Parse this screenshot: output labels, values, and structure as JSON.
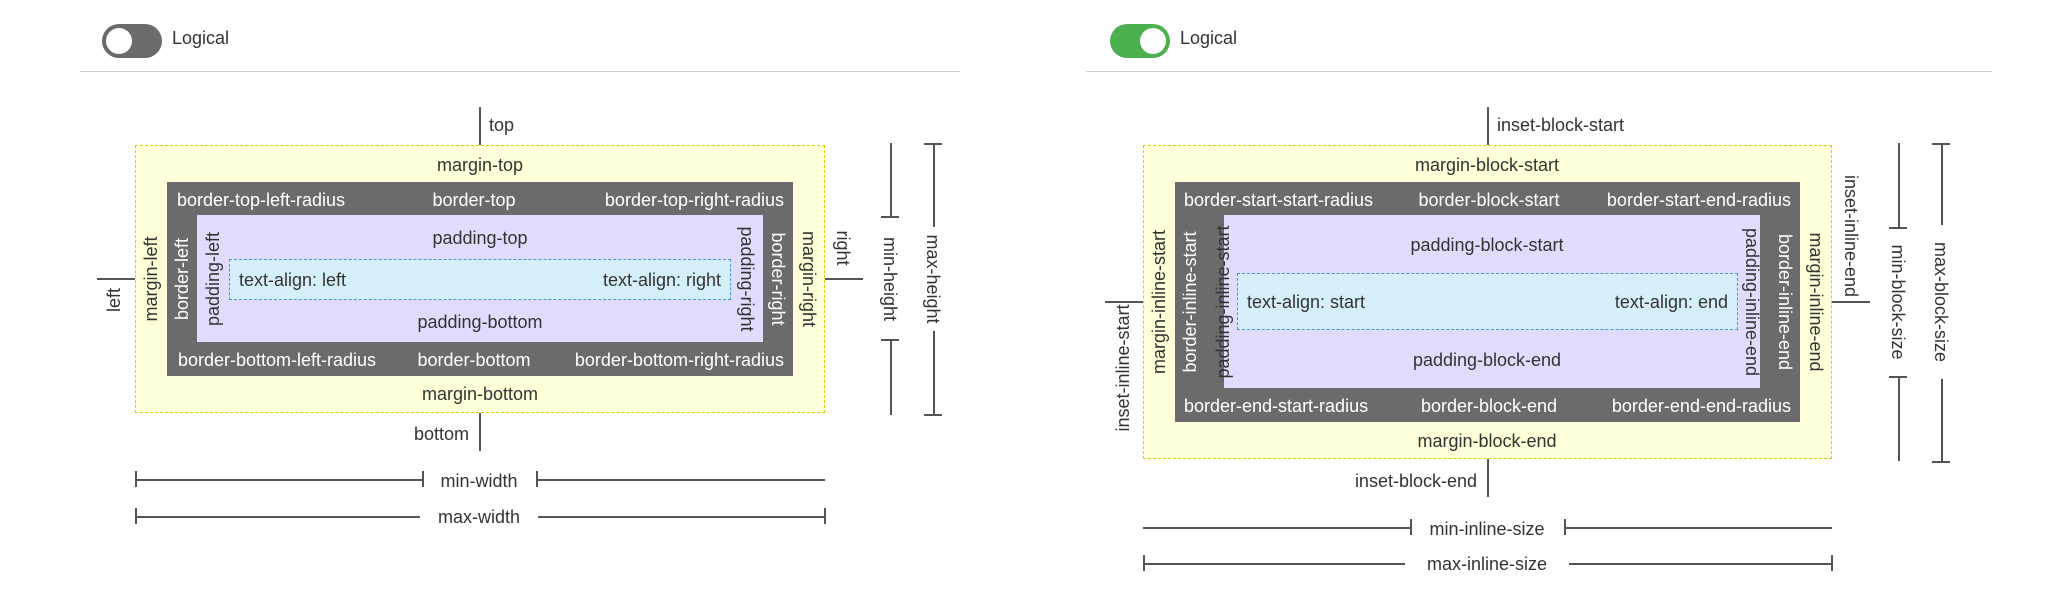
{
  "physical": {
    "toggle": {
      "label": "Logical",
      "checked": false
    },
    "inset": {
      "top": "top",
      "bottom": "bottom",
      "left": "left",
      "right": "right"
    },
    "margin": {
      "top": "margin-top",
      "bottom": "margin-bottom",
      "left": "margin-left",
      "right": "margin-right"
    },
    "border": {
      "top": "border-top",
      "bottom": "border-bottom",
      "left": "border-left",
      "right": "border-right",
      "top_left_radius": "border-top-left-radius",
      "top_right_radius": "border-top-right-radius",
      "bottom_left_radius": "border-bottom-left-radius",
      "bottom_right_radius": "border-bottom-right-radius"
    },
    "padding": {
      "top": "padding-top",
      "bottom": "padding-bottom",
      "left": "padding-left",
      "right": "padding-right"
    },
    "content": {
      "start": "text-align: left",
      "end": "text-align: right"
    },
    "size": {
      "min_width": "min-width",
      "max_width": "max-width",
      "min_height": "min-height",
      "max_height": "max-height"
    }
  },
  "logical": {
    "toggle": {
      "label": "Logical",
      "checked": true
    },
    "inset": {
      "block_start": "inset-block-start",
      "block_end": "inset-block-end",
      "inline_start": "inset-inline-start",
      "inline_end": "inset-inline-end"
    },
    "margin": {
      "block_start": "margin-block-start",
      "block_end": "margin-block-end",
      "inline_start": "margin-inline-start",
      "inline_end": "margin-inline-end"
    },
    "border": {
      "block_start": "border-block-start",
      "block_end": "border-block-end",
      "inline_start": "border-inline-start",
      "inline_end": "border-inline-end",
      "start_start_radius": "border-start-start-radius",
      "start_end_radius": "border-start-end-radius",
      "end_start_radius": "border-end-start-radius",
      "end_end_radius": "border-end-end-radius"
    },
    "padding": {
      "block_start": "padding-block-start",
      "block_end": "padding-block-end",
      "inline_start": "padding-inline-start",
      "inline_end": "padding-inline-end"
    },
    "content": {
      "start": "text-align: start",
      "end": "text-align: end"
    },
    "size": {
      "min_inline": "min-inline-size",
      "max_inline": "max-inline-size",
      "min_block": "min-block-size",
      "max_block": "max-block-size"
    }
  },
  "colors": {
    "toggle_off": "#6b6b6b",
    "toggle_on": "#4caf50",
    "margin_bg": "#ffffd9",
    "margin_outline": "#d4d400",
    "border_bg": "#6b6b6b",
    "padding_bg": "#e0dcff",
    "content_bg": "#d4eff9",
    "content_outline": "#4a90e2"
  }
}
